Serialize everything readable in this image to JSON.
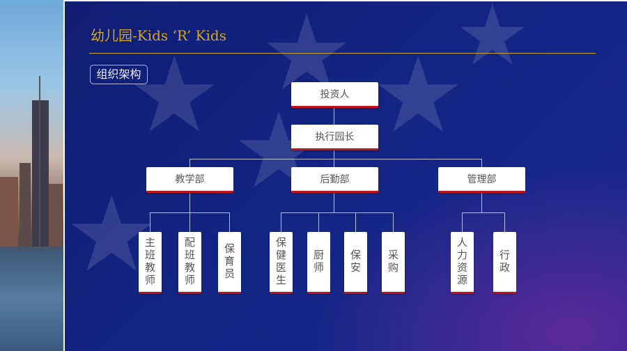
{
  "header": {
    "title": "幼儿园-Kids ‘R’ Kids",
    "section_tag": "组织架构"
  },
  "org": {
    "root": "投资人",
    "director": "执行园长",
    "departments": [
      {
        "name": "教学部",
        "roles": [
          "主班教师",
          "配班教师",
          "保育员"
        ]
      },
      {
        "name": "后勤部",
        "roles": [
          "保健医生",
          "厨师",
          "保安",
          "采购"
        ]
      },
      {
        "name": "管理部",
        "roles": [
          "人力资源",
          "行政"
        ]
      }
    ]
  },
  "colors": {
    "background": "#132684",
    "accent": "#d6a51e",
    "box_underline": "#c0141b"
  }
}
